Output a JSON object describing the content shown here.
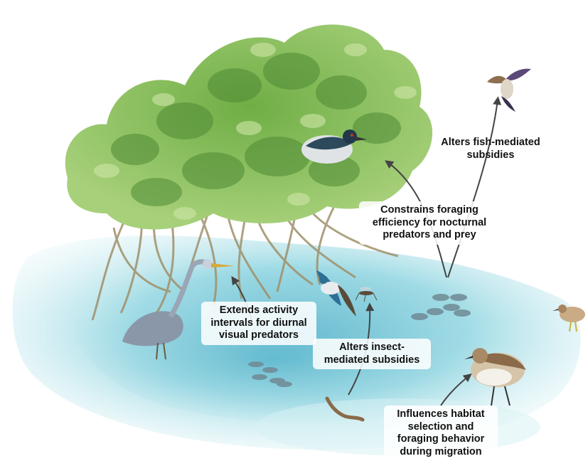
{
  "labels": {
    "fish_subsidies": "Alters fish-mediated\nsubsidies",
    "nocturnal": "Constrains foraging\nefficiency for nocturnal\npredators and prey",
    "diurnal": "Extends activity\nintervals for diurnal\nvisual predators",
    "insect_subsidies": "Alters insect-\nmediated subsidies",
    "migration": "Influences habitat\nselection and\nforaging behavior\nduring migration"
  },
  "colors": {
    "water_light": "#bfe7ee",
    "water_mid": "#7fcfdc",
    "water_deep": "#3fa9c4",
    "canopy_dark": "#4f8a35",
    "canopy_mid": "#7db84f",
    "canopy_light": "#b7d98c",
    "roots": "#a0906b",
    "arrow": "#444444"
  },
  "icons": [
    "mangrove-tree",
    "night-heron-icon",
    "great-blue-heron-icon",
    "kingfisher-icon",
    "tern-icon",
    "sandpiper-icon",
    "small-sandpiper-icon",
    "fish-school-icon",
    "mosquito-icon",
    "larva-icon"
  ]
}
